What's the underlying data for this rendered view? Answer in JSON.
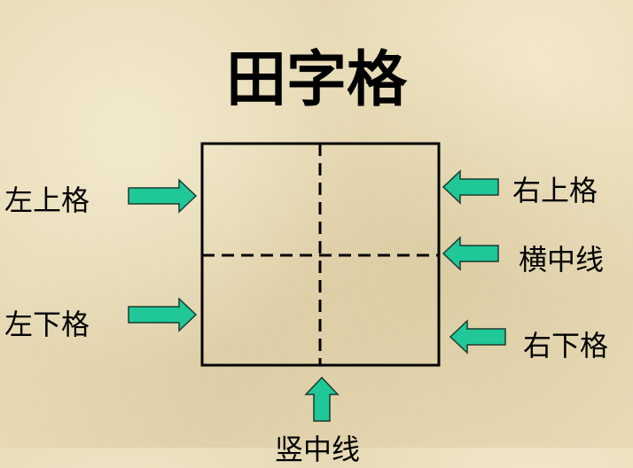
{
  "title": "田字格",
  "labels": {
    "top_left": "左上格",
    "bottom_left": "左下格",
    "top_right": "右上格",
    "horizontal_midline": "横中线",
    "bottom_right": "右下格",
    "vertical_midline": "竖中线"
  },
  "colors": {
    "arrow": "#1fc896",
    "line": "#000000"
  }
}
